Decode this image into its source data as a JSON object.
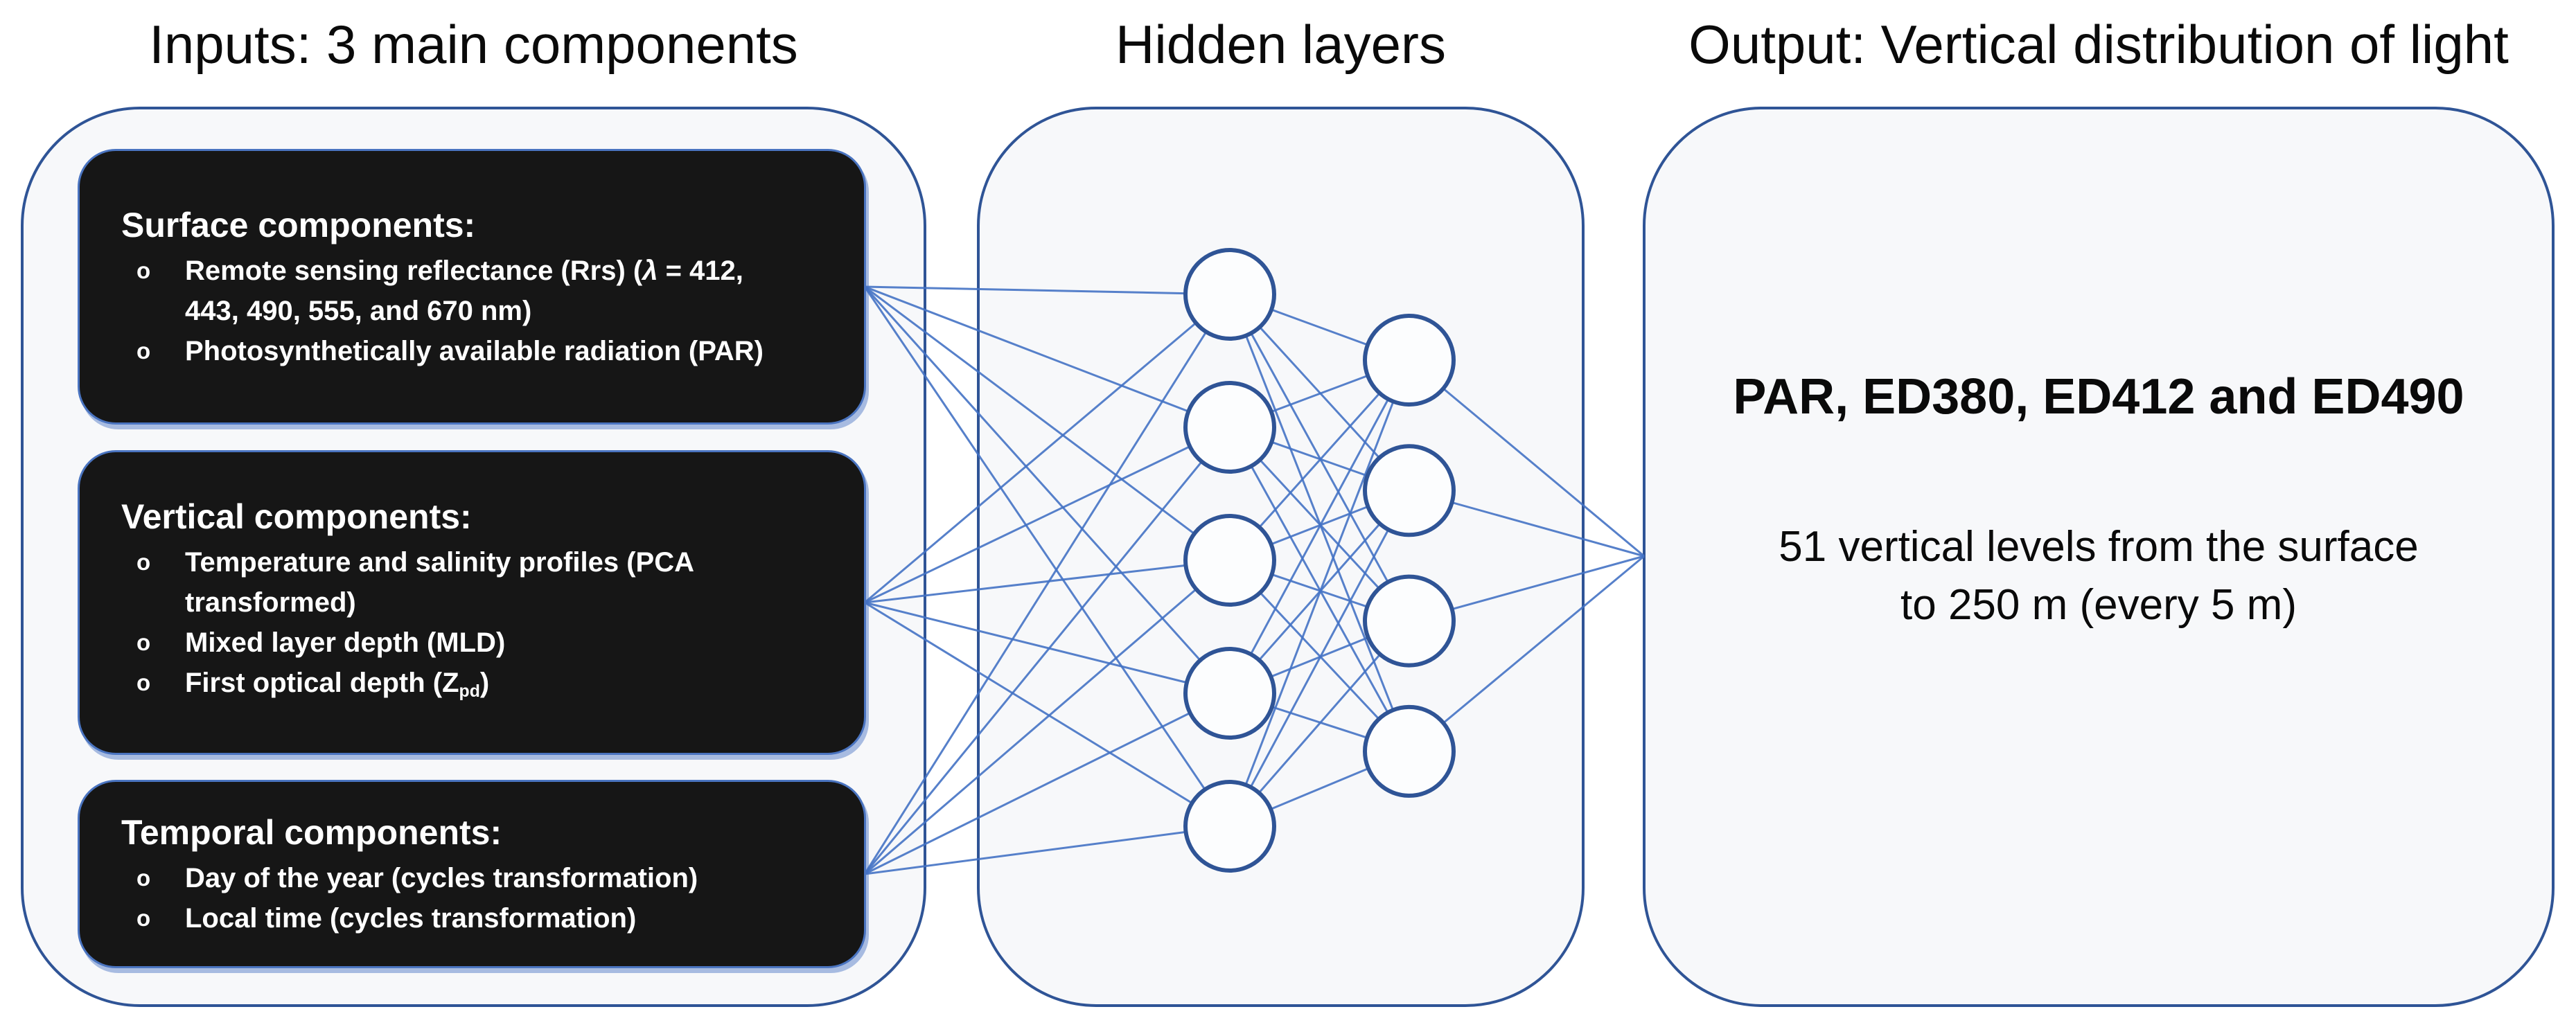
{
  "titles": {
    "inputs": "Inputs: 3 main components",
    "hidden": "Hidden layers",
    "output": "Output: Vertical distribution of light"
  },
  "input_boxes": [
    {
      "id": "surface",
      "heading": "Surface components:",
      "items": [
        {
          "bullet": true,
          "segments": [
            {
              "text": "Remote sensing reflectance (Rrs) ("
            },
            {
              "text": "λ",
              "italic": true
            },
            {
              "text": " = 412,"
            }
          ]
        },
        {
          "bullet": false,
          "segments": [
            {
              "text": "443, 490, 555, and 670 nm)"
            }
          ]
        },
        {
          "bullet": true,
          "segments": [
            {
              "text": "Photosynthetically available radiation (PAR)"
            }
          ]
        }
      ]
    },
    {
      "id": "vertical",
      "heading": "Vertical components:",
      "items": [
        {
          "bullet": true,
          "segments": [
            {
              "text": "Temperature and salinity profiles (PCA"
            }
          ]
        },
        {
          "bullet": false,
          "segments": [
            {
              "text": "transformed)"
            }
          ]
        },
        {
          "bullet": true,
          "segments": [
            {
              "text": "Mixed layer depth (MLD)"
            }
          ]
        },
        {
          "bullet": true,
          "segments": [
            {
              "text": "First optical depth (Z"
            },
            {
              "text": "pd",
              "sub": true
            },
            {
              "text": ")"
            }
          ]
        }
      ]
    },
    {
      "id": "temporal",
      "heading": "Temporal components:",
      "items": [
        {
          "bullet": true,
          "segments": [
            {
              "text": "Day of the year (cycles transformation)"
            }
          ]
        },
        {
          "bullet": true,
          "segments": [
            {
              "text": "Local time (cycles transformation)"
            }
          ]
        }
      ]
    }
  ],
  "bullet_marker": "o",
  "network": {
    "input_fan_sources": 3,
    "hidden_layer1_nodes": 5,
    "hidden_layer2_nodes": 4,
    "output_convergence_points": 1
  },
  "output_panel": {
    "headline": "PAR, ED380, ED412 and ED490",
    "body_line1": "51 vertical levels from the surface",
    "body_line2": "to 250 m (every 5 m)"
  },
  "colors": {
    "panel_border_blue": "#2F5496",
    "connection_line_blue": "#4472C4",
    "panel_fill": "#F7F8FA",
    "node_fill": "#FCFDFE",
    "black_box_fill": "#161616",
    "black_box_border": "#4A74C0",
    "text_white": "#FFFFFF",
    "text_black": "#0A0A0A"
  }
}
